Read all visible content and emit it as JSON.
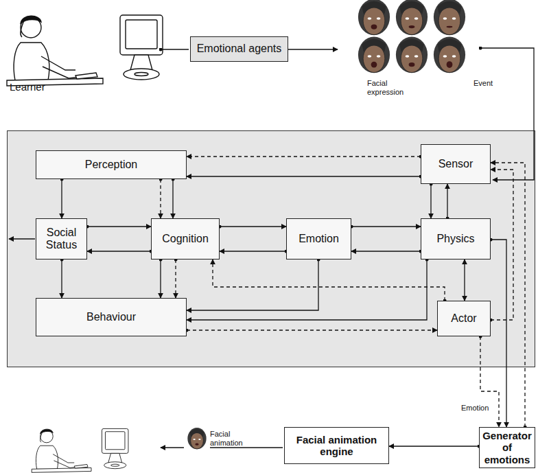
{
  "diagram": {
    "nodes": [
      {
        "text": [
          "Emotional agents"
        ]
      },
      {
        "text": [
          "Perception"
        ]
      },
      {
        "text": [
          "Sensor"
        ]
      },
      {
        "text": [
          "Social Status"
        ]
      },
      {
        "text": [
          "Cognition"
        ]
      },
      {
        "text": [
          "Emotion"
        ]
      },
      {
        "text": [
          "Physics"
        ]
      },
      {
        "text": [
          "Behaviour"
        ]
      },
      {
        "text": [
          "Actor"
        ]
      },
      {
        "text": [
          "Generator of emotions"
        ]
      },
      {
        "text": [
          "Facial animation engine"
        ]
      }
    ],
    "edges": [
      {
        "from": 2,
        "to": 1,
        "arrow": "to"
      },
      {
        "from": 2,
        "to": 1,
        "arrow": "to"
      },
      {
        "from": 1,
        "to": 3,
        "arrow": "to"
      },
      {
        "from": 1,
        "to": 4,
        "arrow": "to"
      },
      {
        "from": 1,
        "to": 4,
        "arrow": "to"
      },
      {
        "from": 3,
        "to": 4,
        "arrow": "to"
      },
      {
        "from": 4,
        "to": 3,
        "arrow": "to"
      },
      {
        "from": 4,
        "to": 5,
        "arrow": "to"
      },
      {
        "from": 5,
        "to": 4,
        "arrow": "to"
      },
      {
        "from": 5,
        "to": 6,
        "arrow": "to"
      },
      {
        "from": 6,
        "to": 5,
        "arrow": "to"
      },
      {
        "from": 2,
        "to": 6,
        "arrow": "to"
      },
      {
        "from": 6,
        "to": 2,
        "arrow": "to"
      },
      {
        "from": 6,
        "to": 8,
        "arrow": "both"
      },
      {
        "from": 3,
        "to": 7,
        "arrow": "to"
      },
      {
        "from": 4,
        "to": 7,
        "arrow": "to"
      },
      {
        "from": 4,
        "to": 7,
        "arrow": "to"
      },
      {
        "from": 5,
        "to": 7,
        "arrow": "to"
      },
      {
        "from": 6,
        "to": 7,
        "arrow": "to"
      },
      {
        "from": 8,
        "to": 4,
        "arrow": "to"
      },
      {
        "from": 7,
        "to": 8,
        "arrow": "to"
      },
      {
        "from": 8,
        "to": 2,
        "arrow": "to"
      },
      {
        "from": 6,
        "to": 9,
        "arrow": "to"
      },
      {
        "from": 8,
        "to": 9,
        "arrow": "to"
      },
      {
        "from": 9,
        "to": 2,
        "arrow": "to"
      },
      {
        "from": 9,
        "to": 10,
        "arrow": "to"
      }
    ],
    "labels": [
      "Learner",
      "Facial expression",
      "Event",
      "Emotion",
      "Facial animation"
    ]
  }
}
